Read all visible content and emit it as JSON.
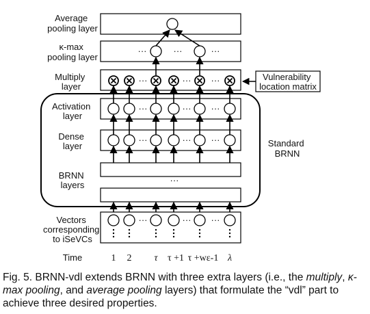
{
  "layers": {
    "average_pooling": [
      "Average",
      "pooling layer"
    ],
    "kmax_pooling": [
      "κ-max",
      "pooling layer"
    ],
    "multiply": [
      "Multiply",
      "layer"
    ],
    "activation": [
      "Activation",
      "layer"
    ],
    "dense": [
      "Dense",
      "layer"
    ],
    "brnn": [
      "BRNN",
      "layers"
    ],
    "vectors": [
      "Vectors",
      "corresponding",
      "to iSeVCs"
    ],
    "time": "Time"
  },
  "vulnerability_matrix": [
    "Vulnerability",
    "location matrix"
  ],
  "standard_brnn": [
    "Standard",
    "BRNN"
  ],
  "ellipsis": "···",
  "time_ticks": [
    "1",
    "2",
    "τ",
    "τ +1",
    "τ +wε-1",
    "λ"
  ],
  "caption": {
    "p1": "Fig. 5. BRNN-vdl extends BRNN with three extra layers (i.e., the ",
    "e1": "multiply",
    "p2": ", ",
    "e2": "κ-max pooling",
    "p3": ", and ",
    "e3": "average pooling",
    "p4": " layers) that formulate the “vdl” part to achieve three desired properties."
  }
}
